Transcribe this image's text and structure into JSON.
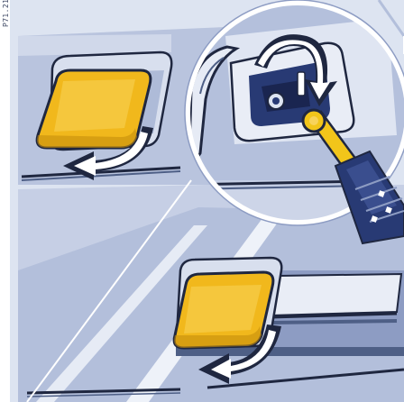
{
  "figure": {
    "code": "P71.21?",
    "colors": {
      "panel_blue": "#b8c4de",
      "panel_light": "#dde4f1",
      "panel_dark": "#4e5f86",
      "outline": "#1f2740",
      "cover_yellow": "#f1b81c",
      "cover_yellow_light": "#f8d35a",
      "cover_yellow_shadow": "#c78d0b",
      "tool_navy": "#283a74",
      "tool_tip_yellow": "#f2c51a",
      "background_white": "#ffffff"
    },
    "icons": [
      "yellow-cover-flap",
      "curved-arrow-down-left",
      "curved-arrow-rotate",
      "screwdriver-tool",
      "magnifier-circle"
    ]
  }
}
